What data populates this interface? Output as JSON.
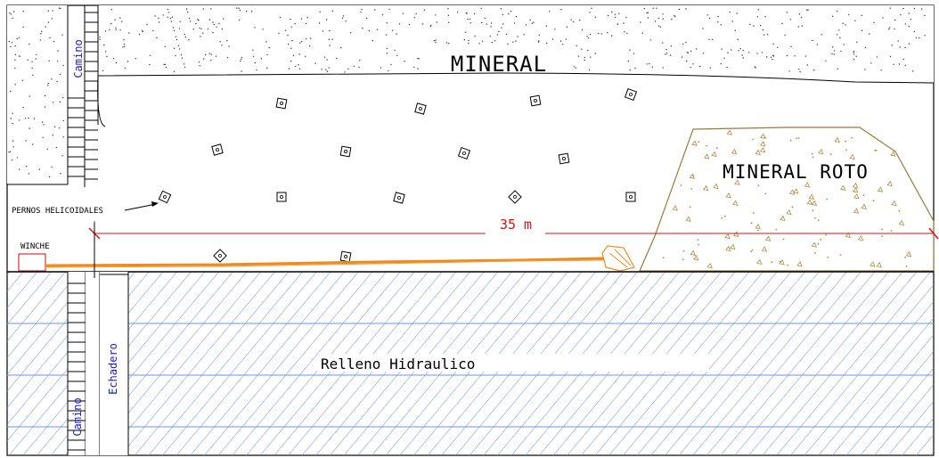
{
  "labels": {
    "mineral": "MINERAL",
    "mineral_roto": "MINERAL ROTO",
    "pernos": "PERNOS HELICOIDALES",
    "winche": "WINCHE",
    "distance": "35 m",
    "relleno": "Relleno Hidraulico",
    "camino_top": "Camino",
    "camino_bottom": "Camino",
    "echadero": "Echadero"
  },
  "colors": {
    "line": "#000000",
    "cable": "#f08a1e",
    "dimension": "#e01010",
    "fill_hatch": "#7090e0",
    "label_blue": "#1a1ad0",
    "ore_outline": "#9a7a3a",
    "ore_dots": "#b08a40",
    "winch": "#e03030"
  },
  "icons": {
    "bolt": "square-bolt-icon",
    "scraper": "scraper-bucket-icon",
    "ladder": "ladder-icon"
  }
}
